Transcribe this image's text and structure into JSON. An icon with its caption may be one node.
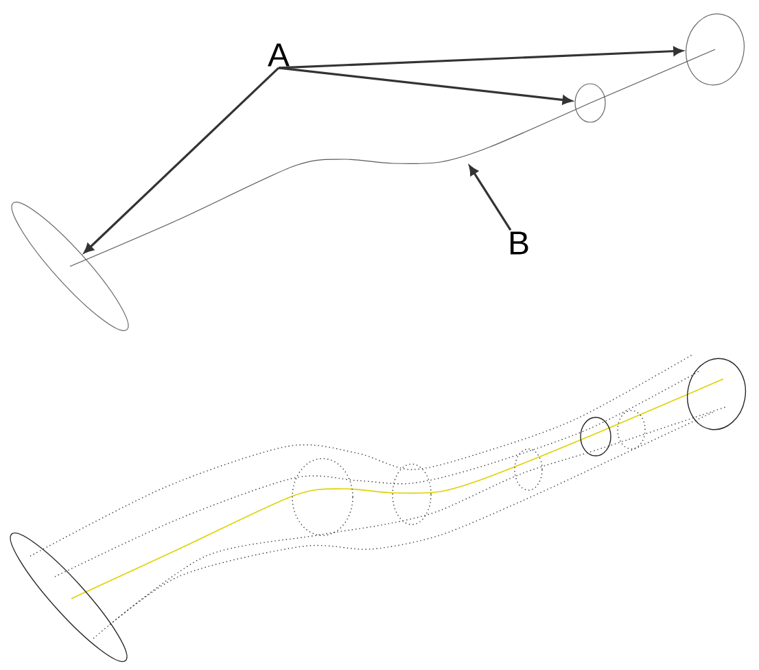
{
  "diagram": {
    "nodes": [
      {
        "text": [
          "A"
        ]
      },
      {
        "text": [],
        "shape": "ellipse"
      },
      {
        "text": [],
        "shape": "ellipse"
      },
      {
        "text": [],
        "shape": "ellipse"
      },
      {
        "text": [
          "B"
        ]
      }
    ],
    "edges": [
      {
        "from": 0,
        "to": 1,
        "arrow": "to"
      },
      {
        "from": 0,
        "to": 2,
        "arrow": "to"
      },
      {
        "from": 0,
        "to": 3,
        "arrow": "to"
      },
      {
        "from": 4,
        "to": null,
        "arrow": "to"
      },
      {
        "from": 1,
        "to": 2,
        "arrow": "none"
      },
      {
        "from": 2,
        "to": 3,
        "arrow": "none"
      }
    ]
  }
}
